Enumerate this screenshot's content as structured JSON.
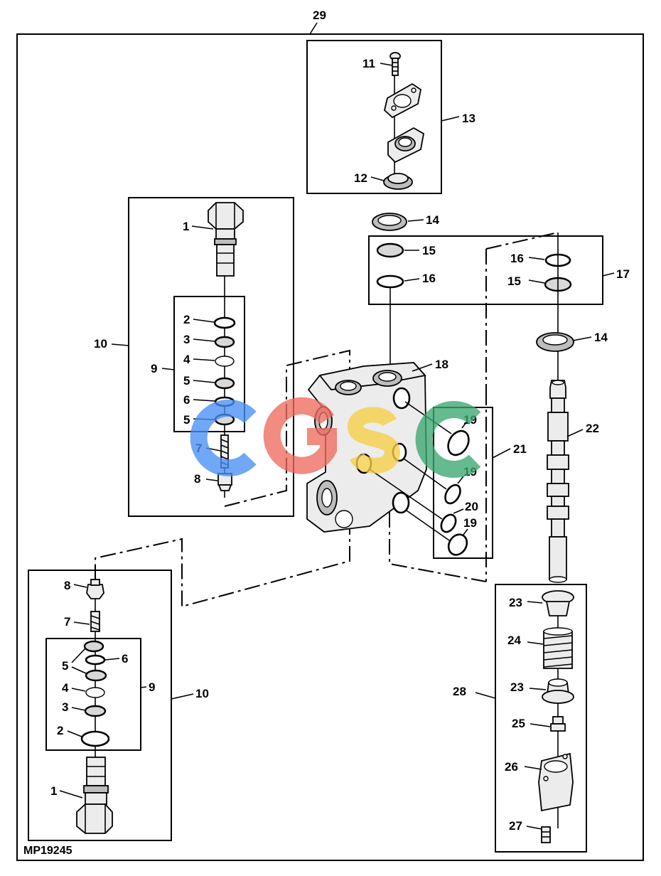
{
  "figure_code": "MP19245",
  "callouts": {
    "c1_top": "1",
    "c2_top": "2",
    "c3_top": "3",
    "c4_top": "4",
    "c5a_top": "5",
    "c6_top": "6",
    "c5b_top": "5",
    "c7_top": "7",
    "c8_top": "8",
    "c9_top": "9",
    "c10_top": "10",
    "c8_bot": "8",
    "c7_bot": "7",
    "c5_bot": "5",
    "c6_bot": "6",
    "c4_bot": "4",
    "c3_bot": "3",
    "c2_bot": "2",
    "c1_bot": "1",
    "c9_bot": "9",
    "c10_bot": "10",
    "c11": "11",
    "c12": "12",
    "c13": "13",
    "c14_top": "14",
    "c15_left": "15",
    "c16_left": "16",
    "c16_right": "16",
    "c15_right": "15",
    "c17": "17",
    "c14_right": "14",
    "c18": "18",
    "c19_a": "19",
    "c19_b": "19",
    "c20": "20",
    "c19_c": "19",
    "c21": "21",
    "c22": "22",
    "c23_a": "23",
    "c24": "24",
    "c23_b": "23",
    "c25": "25",
    "c26": "26",
    "c27": "27",
    "c28": "28",
    "c29": "29"
  },
  "watermark": {
    "letters": [
      "C",
      "G",
      "S",
      "C"
    ],
    "colors": [
      "#4a8ff5",
      "#ef6b5e",
      "#f7cf45",
      "#3aa76f"
    ]
  }
}
